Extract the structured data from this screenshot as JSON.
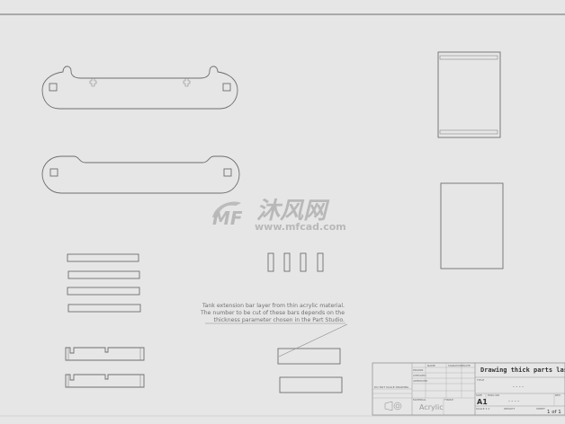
{
  "annotation": {
    "lines": [
      "Tank extension bar layer from thin acrylic material.",
      "The number to be cut of these bars depends on the",
      "thickness parameter chosen in the Part Studio."
    ]
  },
  "title_block": {
    "title": "Drawing thick parts lasercut",
    "material": "Acrylic",
    "size": "A1",
    "sheet": "1 of 1",
    "do_not_scale": "DO NOT SCALE DRAWING",
    "headers": {
      "name": "NAME",
      "signature": "SIGNATURE",
      "date": "DATE"
    },
    "rows": [
      "DRAWN",
      "CHECKED",
      "APPROVED"
    ],
    "labels": {
      "material": "MATERIAL",
      "finish": "FINISH",
      "title": "TITLE",
      "size": "SIZE",
      "dwg_no": "DWG NO",
      "rev": "REV",
      "scale": "SCALE 1:1",
      "weight": "WEIGHT",
      "sheet": "SHEET"
    },
    "placeholder": "- - - -"
  },
  "watermark": {
    "brand": "沐风网",
    "url": "www.mfcad.com"
  },
  "colors": {
    "background": "#e6e6e6",
    "line": "#6e6e6e"
  }
}
